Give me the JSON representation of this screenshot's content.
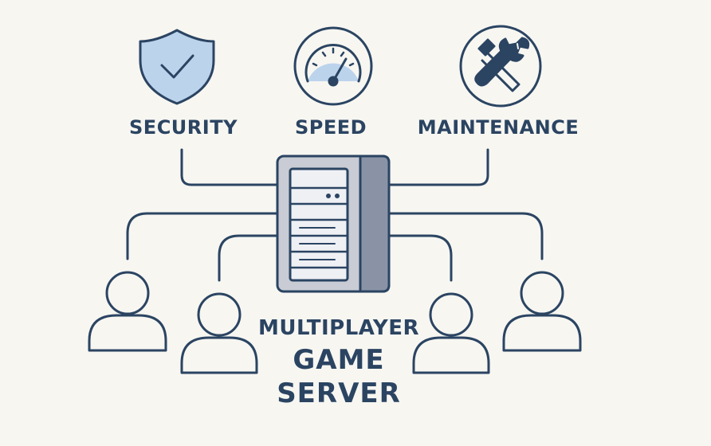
{
  "features": {
    "security": {
      "label": "SECURITY",
      "icon": "shield-check-icon"
    },
    "speed": {
      "label": "SPEED",
      "icon": "speedometer-icon"
    },
    "maintenance": {
      "label": "MAINTENANCE",
      "icon": "wrench-screwdriver-icon"
    }
  },
  "center": {
    "icon": "server-tower-icon",
    "title_line1": "MULTIPLAYER",
    "title_line2": "GAME",
    "title_line3": "SERVER"
  },
  "players": [
    {
      "icon": "user-icon"
    },
    {
      "icon": "user-icon"
    },
    {
      "icon": "user-icon"
    },
    {
      "icon": "user-icon"
    }
  ],
  "colors": {
    "background": "#f7f6f1",
    "stroke": "#2b4462",
    "accent_fill": "#bcd3ec",
    "server_body": "#c9ccd4",
    "server_side": "#8a93a6"
  }
}
